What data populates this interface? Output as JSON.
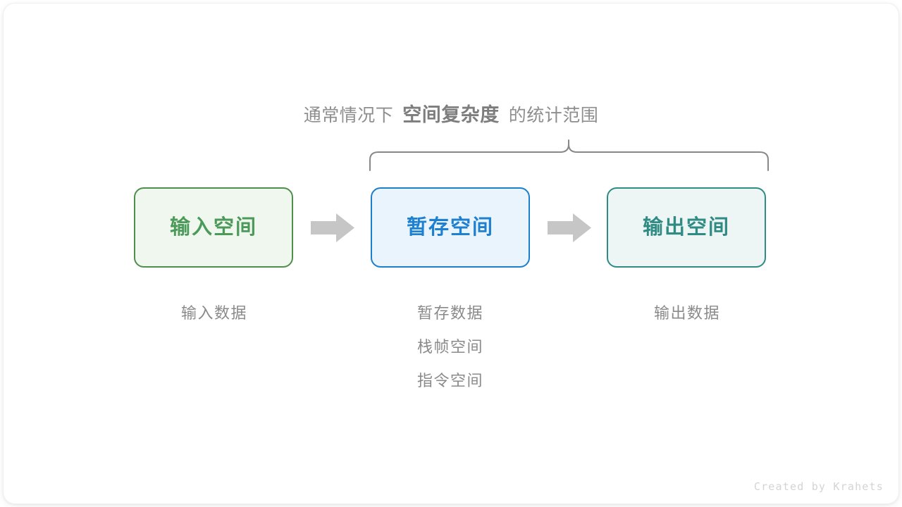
{
  "diagram": {
    "caption": {
      "prefix": "通常情况下",
      "emphasis": "空间复杂度",
      "suffix": "的统计范围"
    },
    "brace": {
      "name": "curly-brace-top",
      "color": "#888888",
      "spans_boxes": [
        "暂存空间",
        "输出空间"
      ]
    },
    "boxes": [
      {
        "id": "input-space",
        "label": "输入空间",
        "border_color": "#4f8f4c",
        "fill_color": "#f0f7ef",
        "text_color": "#4c9a5a"
      },
      {
        "id": "temp-space",
        "label": "暂存空间",
        "border_color": "#1b7fcc",
        "fill_color": "#e9f4fc",
        "text_color": "#1f80d0"
      },
      {
        "id": "output-space",
        "label": "输出空间",
        "border_color": "#2f8b84",
        "fill_color": "#eef6f5",
        "text_color": "#2f8b84"
      }
    ],
    "arrows": [
      {
        "id": "arrow-input-to-temp",
        "icon": "right-arrow-icon",
        "color": "#c6c6c6"
      },
      {
        "id": "arrow-temp-to-output",
        "icon": "right-arrow-icon",
        "color": "#c6c6c6"
      }
    ],
    "sublabels": [
      {
        "column": "input",
        "items": [
          "输入数据"
        ]
      },
      {
        "column": "temp",
        "items": [
          "暂存数据",
          "栈帧空间",
          "指令空间"
        ]
      },
      {
        "column": "output",
        "items": [
          "输出数据"
        ]
      }
    ],
    "watermark": "Created by Krahets"
  }
}
